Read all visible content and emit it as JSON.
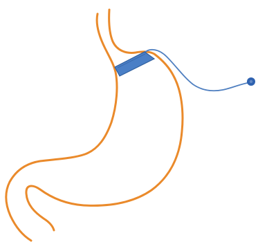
{
  "diagram": {
    "subject": "stomach-with-gastric-band",
    "colors": {
      "stomach_outline": "#ea8a2b",
      "band_fill": "#4a7fc6",
      "band_stroke": "#2f5f9f",
      "tube": "#4f7fc0",
      "port": "#2f62b0"
    },
    "parts": [
      {
        "id": "stomach-outline",
        "visible_label": ""
      },
      {
        "id": "gastric-band",
        "visible_label": ""
      },
      {
        "id": "connecting-tube",
        "visible_label": ""
      },
      {
        "id": "access-port",
        "visible_label": ""
      }
    ]
  }
}
